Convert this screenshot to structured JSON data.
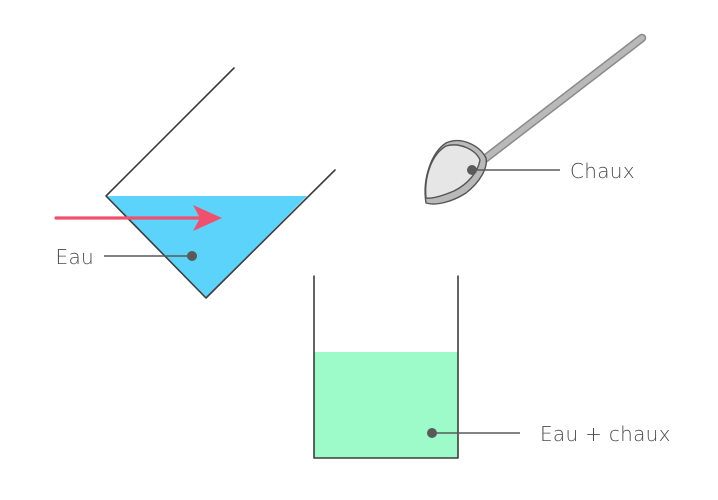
{
  "labels": {
    "water": "Eau",
    "lime": "Chaux",
    "mixture": "Eau + chaux"
  },
  "colors": {
    "water": "#5cd3fb",
    "mixture": "#9cfbc9",
    "arrow": "#f0506e",
    "outline": "#3d3d3d",
    "spoon": "#b9b9b9",
    "spoon_shadow": "#8a8a8a",
    "lime_powder": "#e6e6e6",
    "leader": "#5a5a5a",
    "text": "#4a4a4a"
  },
  "icons": {
    "pouring_glass": "tilted-glass-icon",
    "spoon": "spoon-icon",
    "beaker": "beaker-icon",
    "pour_arrow": "arrow-right-icon"
  }
}
